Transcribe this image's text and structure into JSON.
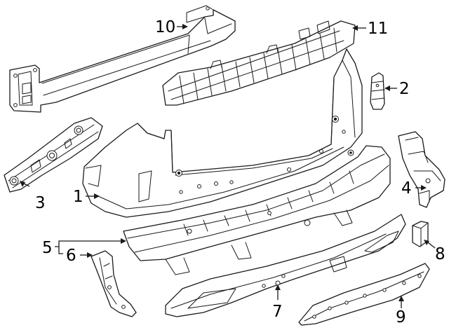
{
  "diagram": {
    "callouts": [
      {
        "id": "c1",
        "label": "1"
      },
      {
        "id": "c2",
        "label": "2"
      },
      {
        "id": "c3",
        "label": "3"
      },
      {
        "id": "c4",
        "label": "4"
      },
      {
        "id": "c5",
        "label": "5"
      },
      {
        "id": "c6",
        "label": "6"
      },
      {
        "id": "c7",
        "label": "7"
      },
      {
        "id": "c8",
        "label": "8"
      },
      {
        "id": "c9",
        "label": "9"
      },
      {
        "id": "c10",
        "label": "10"
      },
      {
        "id": "c11",
        "label": "11"
      }
    ],
    "line_color": "#1a1a1a",
    "background": "#ffffff"
  }
}
